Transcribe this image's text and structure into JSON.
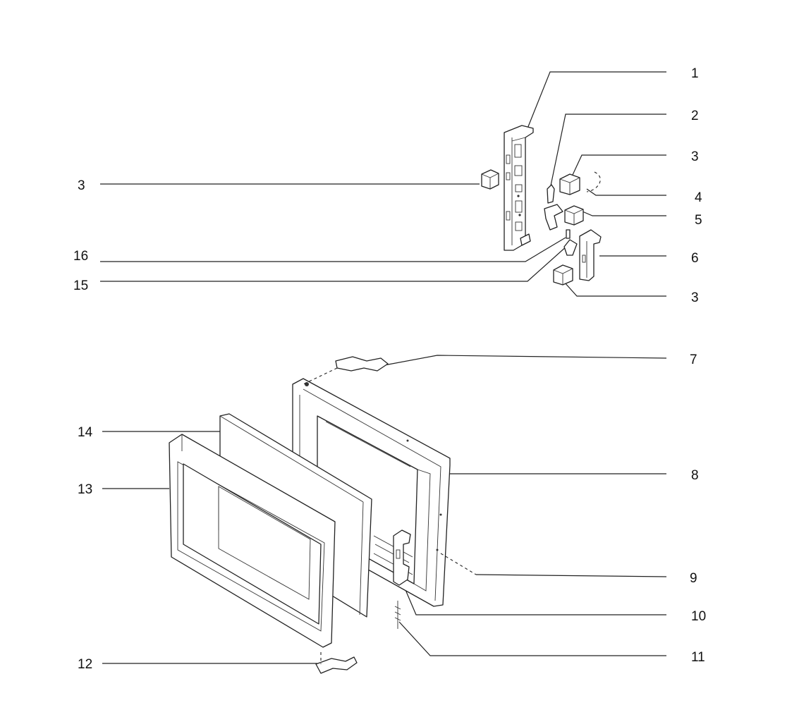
{
  "diagram": {
    "callouts": [
      {
        "id": "label-1",
        "text": "1"
      },
      {
        "id": "label-2",
        "text": "2"
      },
      {
        "id": "label-3-top",
        "text": "3"
      },
      {
        "id": "label-4",
        "text": "4"
      },
      {
        "id": "label-5",
        "text": "5"
      },
      {
        "id": "label-6",
        "text": "6"
      },
      {
        "id": "label-3-right",
        "text": "3"
      },
      {
        "id": "label-7",
        "text": "7"
      },
      {
        "id": "label-8",
        "text": "8"
      },
      {
        "id": "label-9",
        "text": "9"
      },
      {
        "id": "label-10",
        "text": "10"
      },
      {
        "id": "label-11",
        "text": "11"
      },
      {
        "id": "label-3-left",
        "text": "3"
      },
      {
        "id": "label-16",
        "text": "16"
      },
      {
        "id": "label-15",
        "text": "15"
      },
      {
        "id": "label-14",
        "text": "14"
      },
      {
        "id": "label-13",
        "text": "13"
      },
      {
        "id": "label-12",
        "text": "12"
      }
    ]
  }
}
